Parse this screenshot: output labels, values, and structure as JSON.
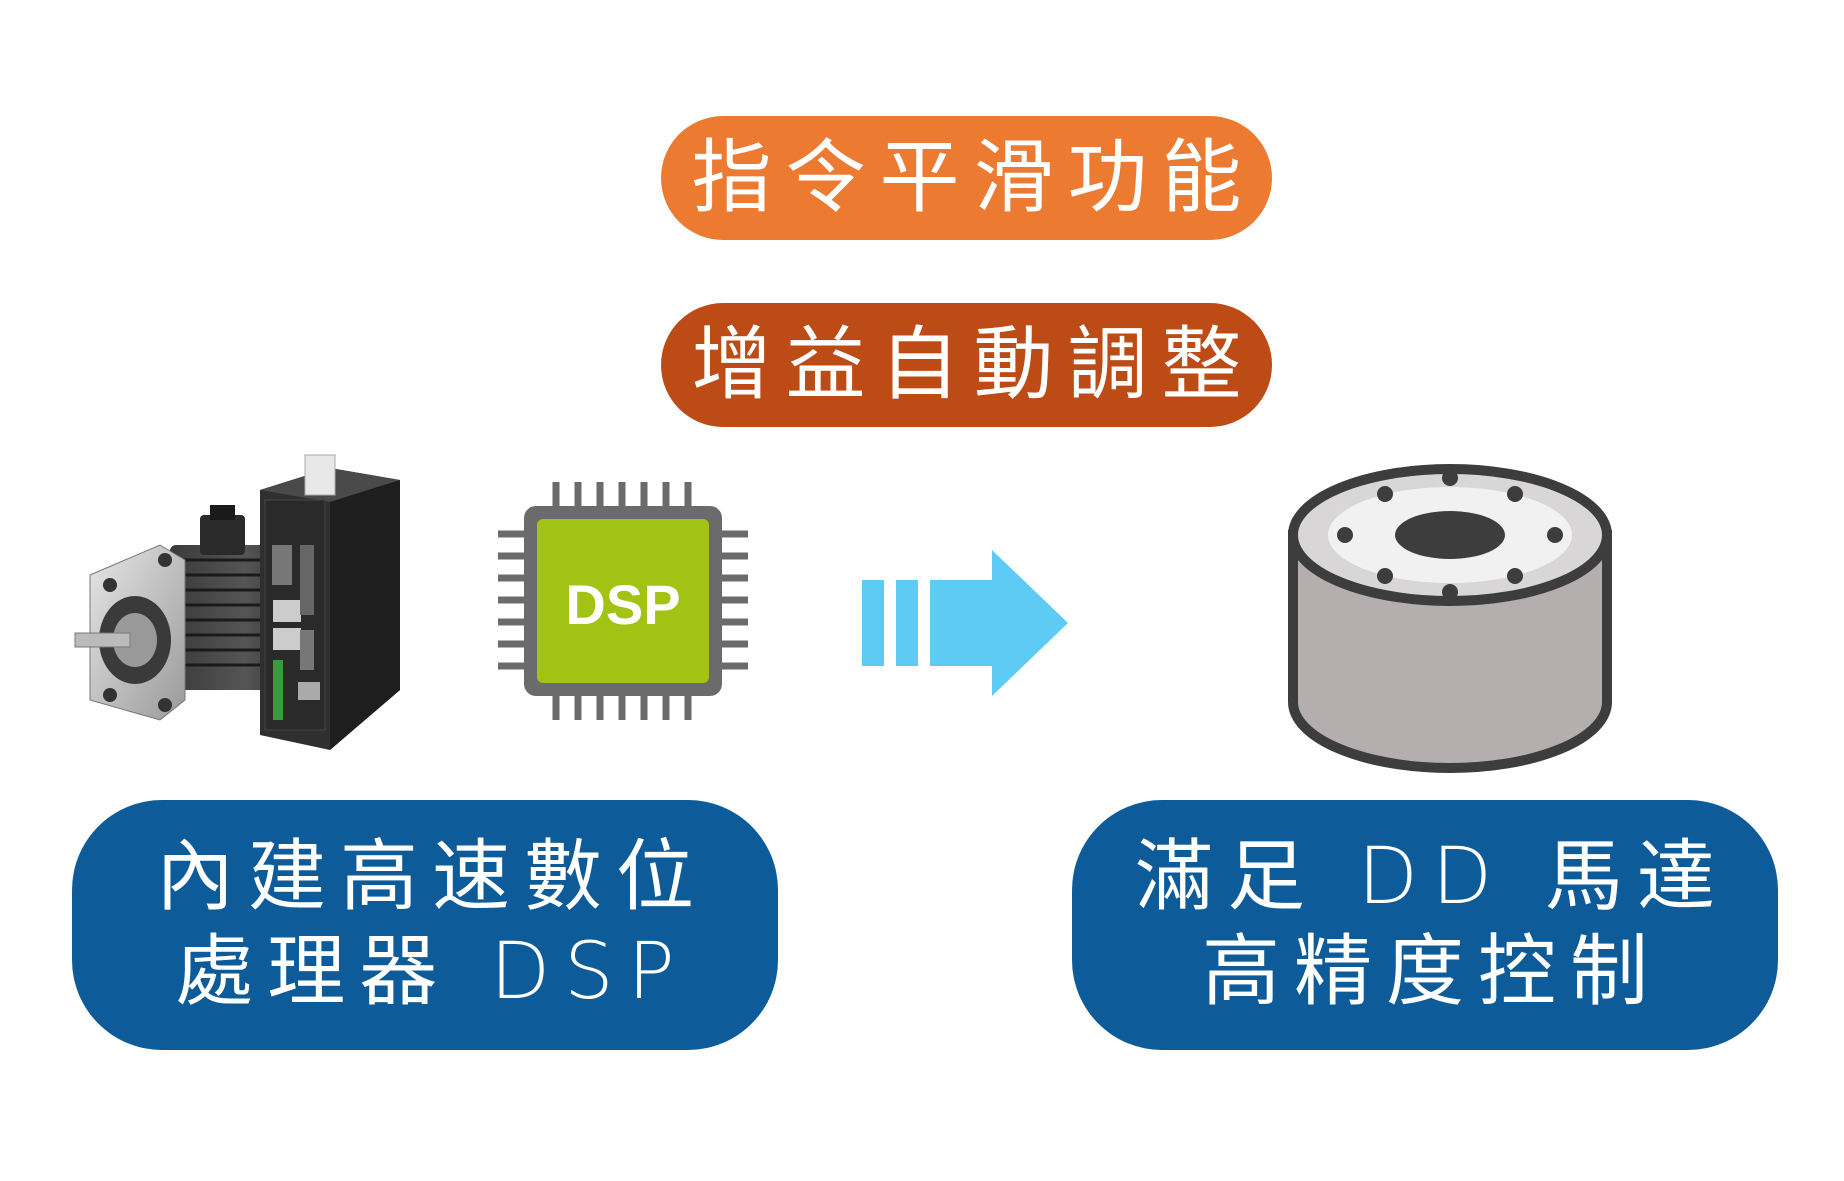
{
  "labels": {
    "command_smoothing": "指令平滑功能",
    "gain_auto_tuning": "增益自動調整",
    "dsp_line1": "內建高速數位",
    "dsp_line2": "處理器 DSP",
    "dd_line1": "滿足 DD 馬達",
    "dd_line2": "高精度控制"
  },
  "chip": {
    "label": "DSP"
  },
  "colors": {
    "orange": "#ec7a30",
    "rust": "#bd4b16",
    "navy": "#0d5c99",
    "chip_green": "#a2c314",
    "arrow_blue": "#5ecbf5"
  },
  "icons": [
    "servo-motor-drive-icon",
    "dsp-chip-icon",
    "right-arrow-icon",
    "dd-motor-icon"
  ]
}
